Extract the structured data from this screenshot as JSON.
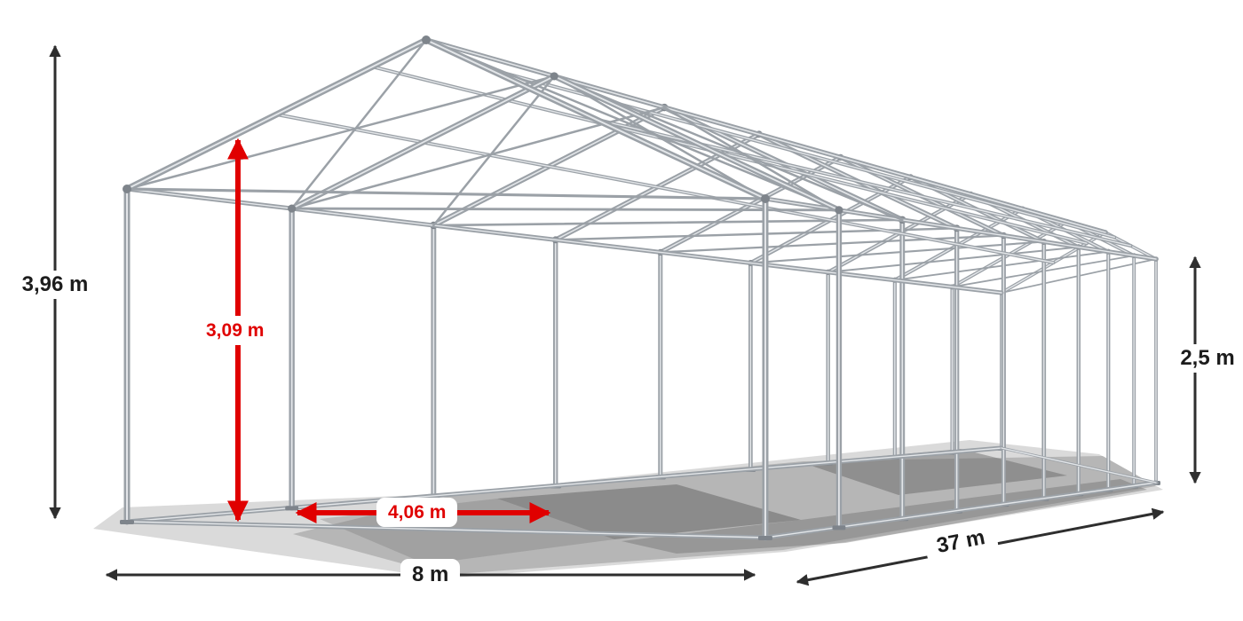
{
  "diagram": {
    "subject": "tent-steel-frame-perspective",
    "dimensions": {
      "total_height": "3,96 m",
      "inner_height": "3,09 m",
      "entrance_width": "4,06 m",
      "width": "8 m",
      "length": "37 m",
      "side_height": "2,5 m"
    }
  },
  "colors": {
    "background": "#ffffff",
    "frame_main": "#9ba1a7",
    "frame_highlight": "#e3e6e9",
    "frame_joint": "#7e848b",
    "shadow_light": "#c6c6c6",
    "shadow_dark": "#5f5f5f",
    "dimension_black": "#2e2e2e",
    "dimension_red": "#e00000",
    "label_text_dark": "#1c1c1c"
  }
}
